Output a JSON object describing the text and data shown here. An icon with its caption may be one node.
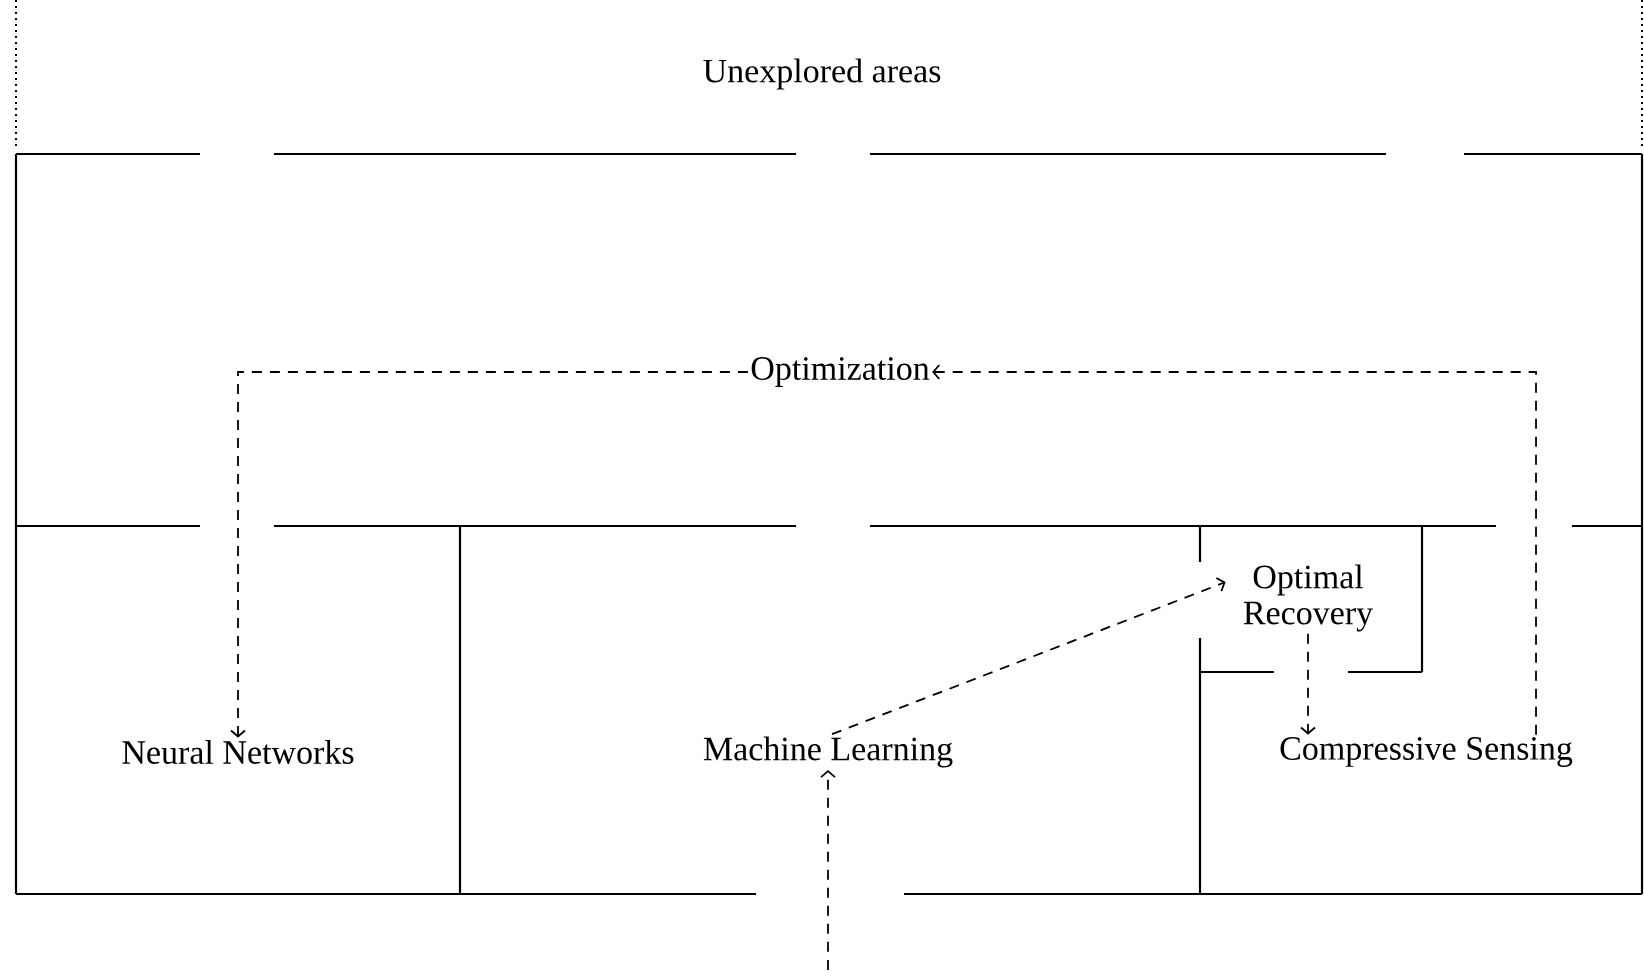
{
  "diagram": {
    "nodes": [
      {
        "text": [
          "Unexplored areas"
        ]
      },
      {
        "text": [
          "Optimization"
        ]
      },
      {
        "text": [
          "Neural Networks"
        ]
      },
      {
        "text": [
          "Machine Learning"
        ]
      },
      {
        "text": [
          "Optimal Recovery"
        ]
      },
      {
        "text": [
          "Compressive Sensing"
        ]
      }
    ],
    "edges": [
      {
        "from": 1,
        "to": 2,
        "arrow": "to",
        "style": "dashed"
      },
      {
        "from": 5,
        "to": 1,
        "arrow": "to",
        "style": "dashed"
      },
      {
        "from": 3,
        "to": 4,
        "arrow": "to",
        "style": "dashed"
      },
      {
        "from": 4,
        "to": 5,
        "arrow": "to",
        "style": "dashed"
      },
      {
        "from": null,
        "to": 3,
        "arrow": "to",
        "style": "dashed"
      }
    ]
  }
}
